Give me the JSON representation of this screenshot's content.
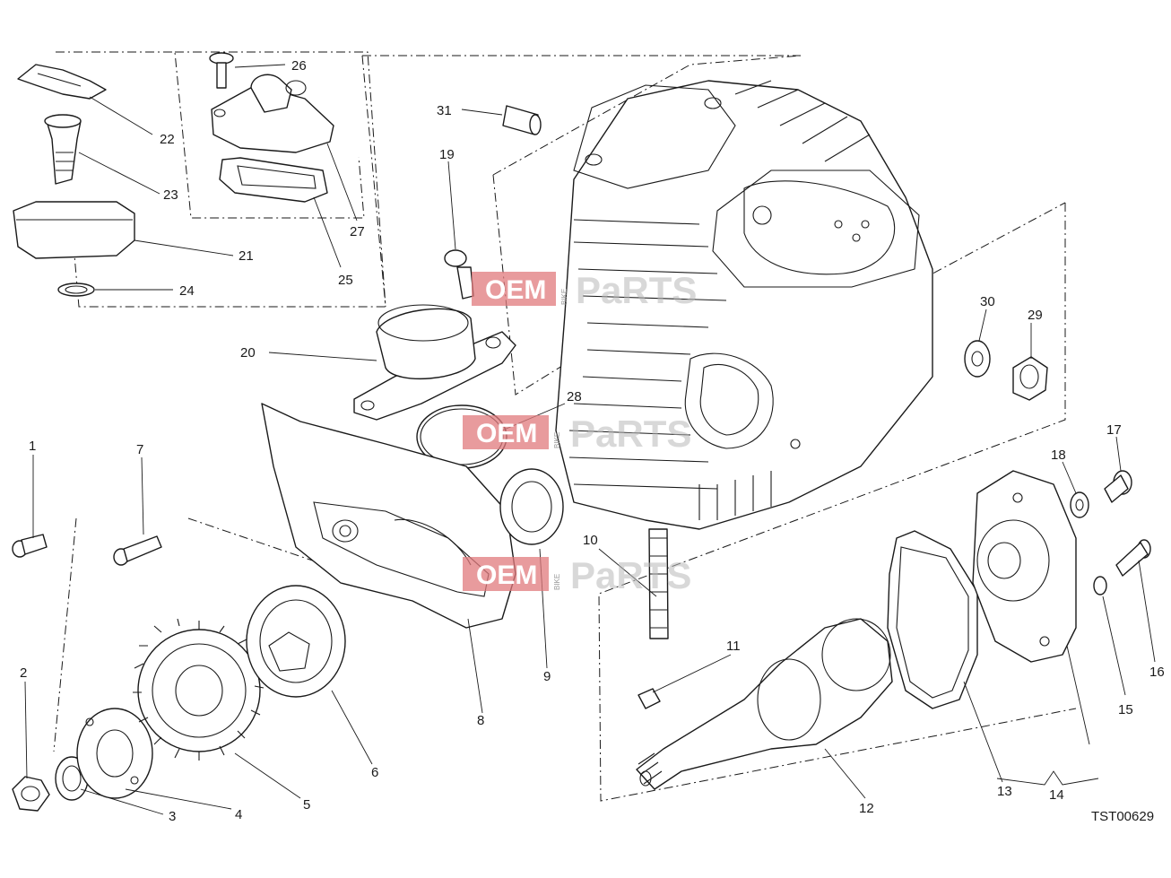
{
  "callouts": [
    "1",
    "2",
    "3",
    "4",
    "5",
    "6",
    "7",
    "8",
    "9",
    "10",
    "11",
    "12",
    "13",
    "14",
    "15",
    "16",
    "17",
    "18",
    "19",
    "20",
    "21",
    "22",
    "23",
    "24",
    "25",
    "26",
    "27",
    "28",
    "29",
    "30",
    "31"
  ],
  "drawing_code": "TST00629",
  "watermark": {
    "oem": "OEM",
    "bike": "BIKE",
    "parts": "PaRTS"
  }
}
